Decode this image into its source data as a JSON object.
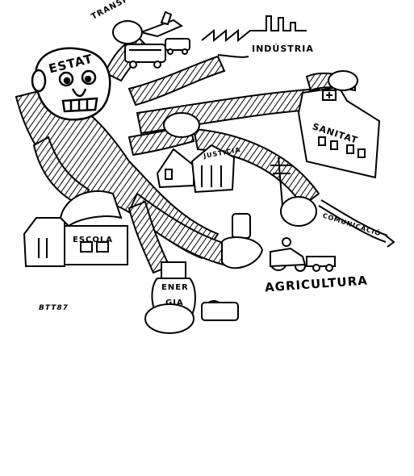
{
  "labels": {
    "estat": "ESTAT",
    "transports": "TRANSPORTS",
    "industria": "INDÚSTRIA",
    "sanitat": "SANITAT",
    "justicia": "JUSTICIA",
    "escola": "ESCOLA",
    "comunicacio": "COMUNICACIÓ",
    "agricultura": "AGRICULTURA",
    "energia_line1": "ENER",
    "energia_line2": "GIA"
  },
  "signature": "BTT87",
  "colors": {
    "ink": "#000000",
    "paper": "#ffffff"
  }
}
